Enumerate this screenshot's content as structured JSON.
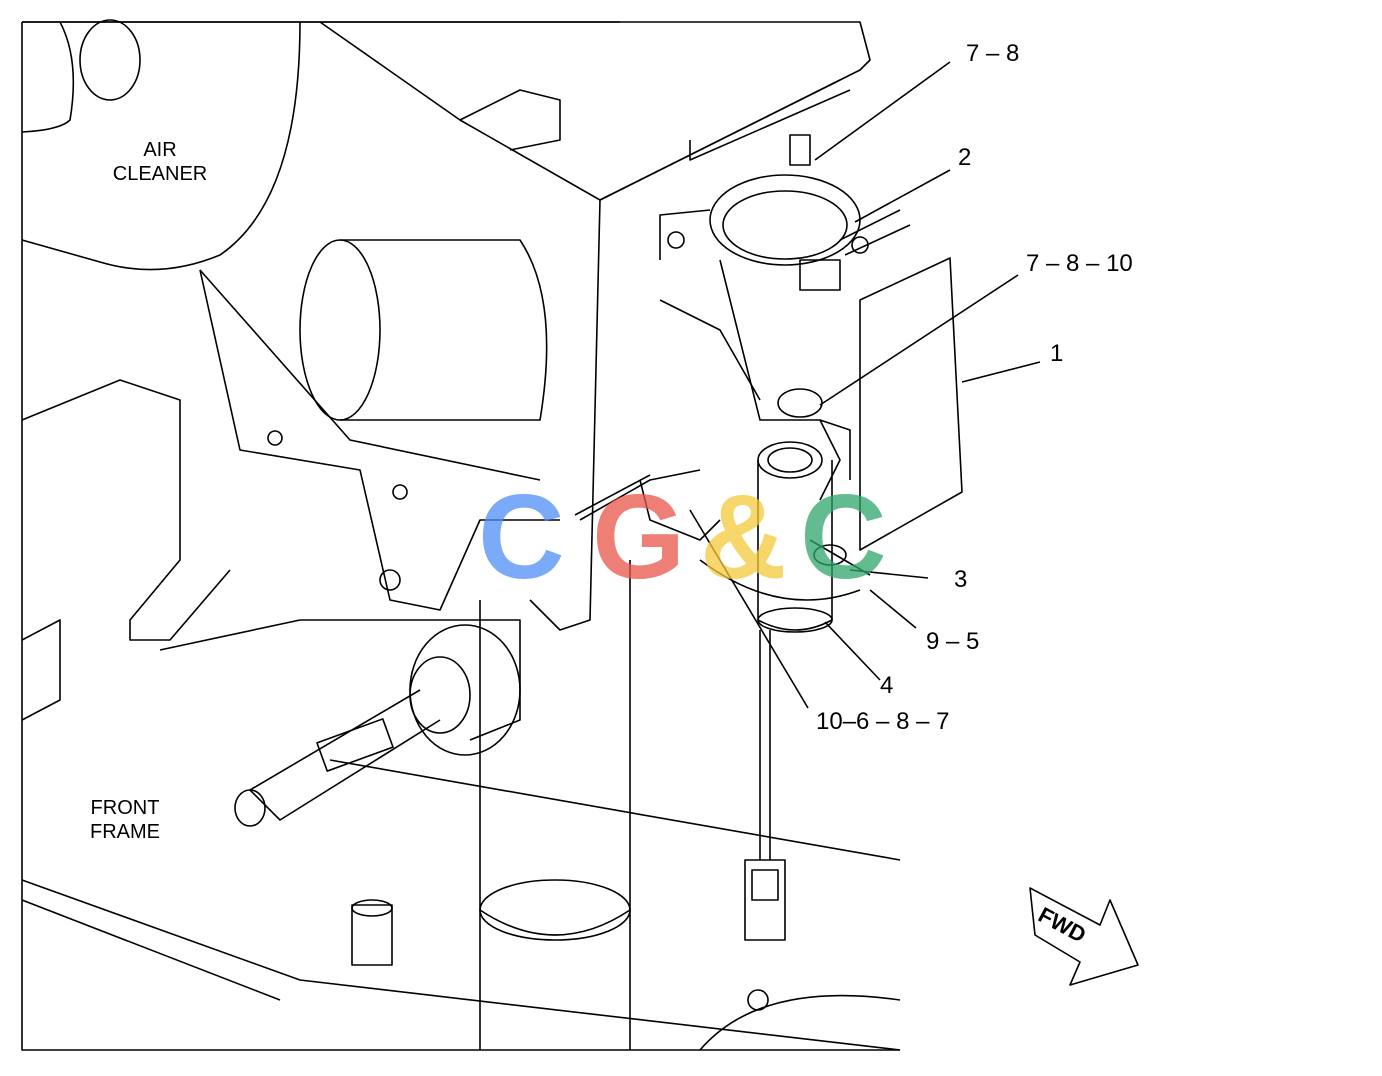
{
  "labels": {
    "air_cleaner_line1": "AIR",
    "air_cleaner_line2": "CLEANER",
    "front_frame_line1": "FRONT",
    "front_frame_line2": "FRAME",
    "fwd": "FWD"
  },
  "callouts": [
    {
      "id": "c-7-8",
      "text": "7 – 8"
    },
    {
      "id": "c-2",
      "text": "2"
    },
    {
      "id": "c-7-8-10",
      "text": "7 – 8 – 10"
    },
    {
      "id": "c-1",
      "text": "1"
    },
    {
      "id": "c-3",
      "text": "3"
    },
    {
      "id": "c-9-5",
      "text": "9 – 5"
    },
    {
      "id": "c-4",
      "text": "4"
    },
    {
      "id": "c-10-6-8-7",
      "text": "10–6 – 8 – 7"
    }
  ],
  "watermark": {
    "letters": [
      "C",
      "G",
      "&",
      "C"
    ],
    "colors": [
      "#4f8ef7",
      "#e8554a",
      "#f5c93a",
      "#2ea66a"
    ]
  }
}
